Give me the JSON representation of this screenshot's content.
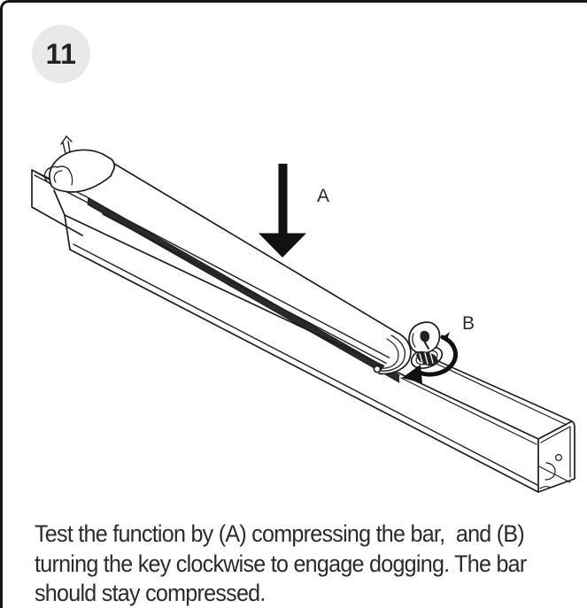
{
  "step": {
    "number": "11"
  },
  "illustration": {
    "label_a": "A",
    "label_b": "B"
  },
  "caption": {
    "line1": "Test the function by (A) compressing the bar,  and (B)",
    "line2": "turning the key clockwise to engage dogging. The bar",
    "line3": "should stay compressed."
  },
  "colors": {
    "panel_border": "#161616",
    "badge_background": "#e9e9eb",
    "line_art": "#1d1d1d",
    "arrow_fill": "#111111",
    "caption_text": "#2b2b2b"
  }
}
